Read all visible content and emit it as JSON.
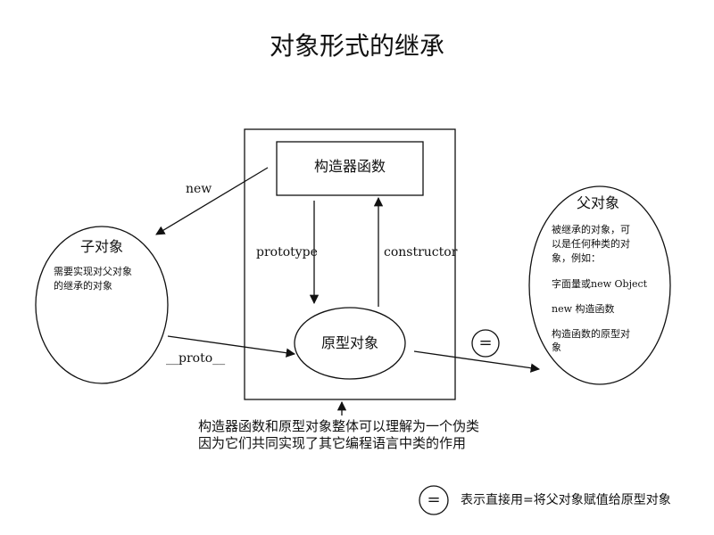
{
  "title": "对象形式的继承",
  "constructor_box": {
    "label": "构造器函数"
  },
  "prototype_object": {
    "label": "原型对象"
  },
  "child_object": {
    "title": "子对象",
    "desc_lines": [
      "需要实现对父对象",
      "的继承的对象"
    ]
  },
  "parent_object": {
    "title": "父对象",
    "desc_lines": [
      "被继承的对象，可",
      "以是任何种类的对",
      "象，例如："
    ],
    "examples": [
      "字面量或new Object",
      "new 构造函数",
      "构造函数的原型对象"
    ],
    "example_3_lines": [
      "构造函数的原型对",
      "象"
    ]
  },
  "edge_labels": {
    "new": "new",
    "prototype": "prototype",
    "constructor": "constructor",
    "proto": "__proto__"
  },
  "equals_symbol": "=",
  "caption": {
    "line1": "构造器函数和原型对象整体可以理解为一个伪类",
    "line2": "因为它们共同实现了其它编程语言中类的作用"
  },
  "legend": {
    "symbol": "=",
    "text": "表示直接用=将父对象赋值给原型对象"
  },
  "colors": {
    "stroke": "#111111",
    "background": "#ffffff"
  }
}
